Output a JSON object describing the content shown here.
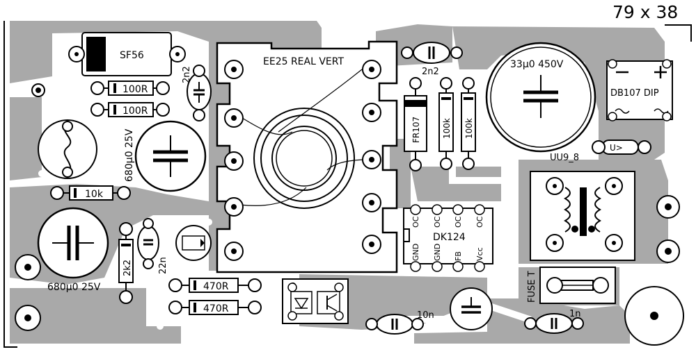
{
  "board": {
    "dimension_label": "79 x 38"
  },
  "labels": {
    "transformer": "EE25 REAL VERT",
    "sf56": "SF56",
    "r100_top": "100R",
    "r100_bottom": "100R",
    "c2n2_left": "2n2",
    "c680_upper": "680µ0 25V",
    "r10k": "10k",
    "c680_lower": "680µ0 25V",
    "r2k2": "2k2",
    "c22n": "22n",
    "r470_top": "470R",
    "r470_bottom": "470R",
    "c10n": "10n",
    "dk124": "DK124",
    "pin_oc": "OC",
    "pin_gnd": "GND",
    "pin_fb": "FB",
    "pin_vcc": "Vcc",
    "c2n2_top": "2n2",
    "fr107": "FR107",
    "r100k_left": "100k",
    "r100k_right": "100k",
    "c33u": "33µ0 450V",
    "db107": "DB107 DIP",
    "varistor_symbol": "U>",
    "uu98": "UU9_8",
    "fuse": "FUSE T",
    "c1n": "1n"
  }
}
